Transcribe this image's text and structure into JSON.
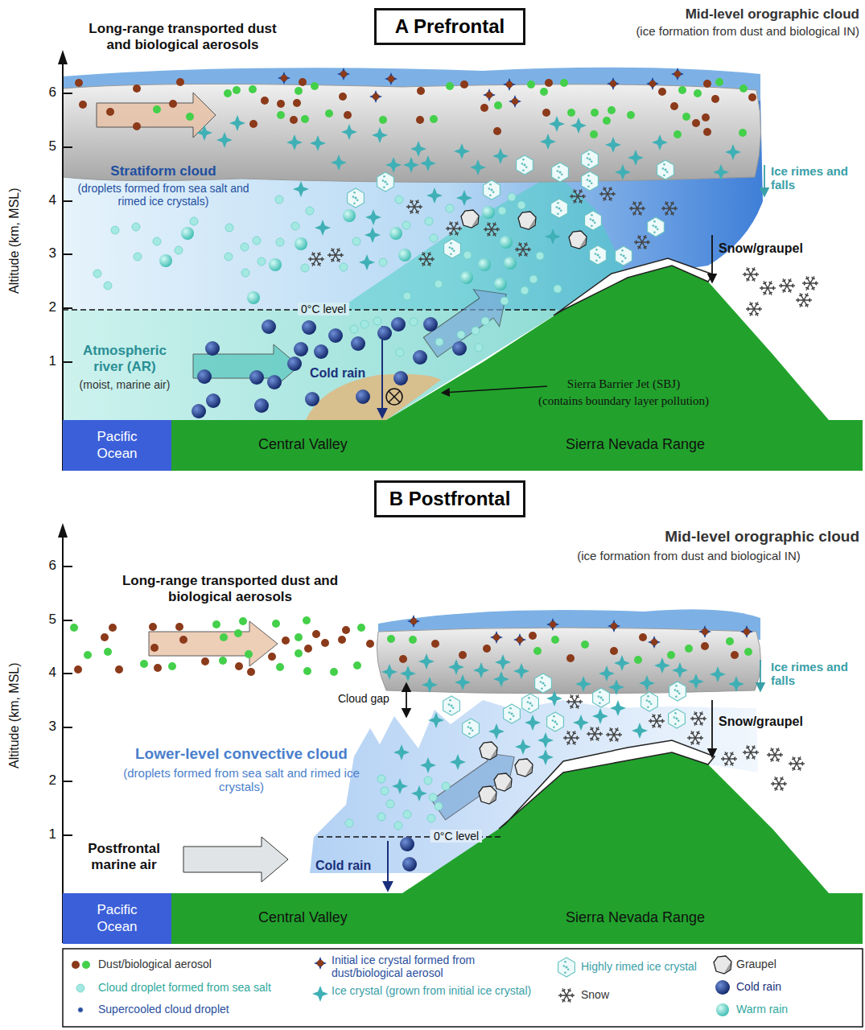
{
  "diagram": {
    "nodes": [
      {
        "text": [
          "A Prefrontal"
        ]
      },
      {
        "text": [
          "Pacific Ocean"
        ]
      },
      {
        "text": [
          "Central Valley",
          "Sierra Nevada Range"
        ]
      },
      {
        "text": [
          "B Postfrontal"
        ]
      },
      {
        "text": [
          "Pacific Ocean"
        ]
      },
      {
        "text": [
          "Central Valley",
          "Sierra Nevada Range"
        ]
      }
    ],
    "labels": [
      "6",
      "5",
      "4",
      "3",
      "2",
      "1",
      "Altitude (km, MSL)",
      "Long-range transported dust and biological aerosols",
      "Mid-level orographic cloud",
      "(ice formation from dust and biological IN)",
      "Stratiform cloud",
      "(droplets formed from sea salt and rimed ice crystals)",
      "Ice rimes and falls",
      "Snow/graupel",
      "0°C level",
      "Atmospheric river (AR)",
      "(moist, marine air)",
      "Cold rain",
      "Sierra Barrier Jet (SBJ)",
      "(contains boundary layer pollution)",
      "6",
      "5",
      "4",
      "3",
      "2",
      "1",
      "Altitude (km, MSL)",
      "Mid-level orographic cloud",
      "(ice formation from dust and biological IN)",
      "Long-range transported dust and biological aerosols",
      "Cloud gap",
      "Ice rimes and falls",
      "Snow/graupel",
      "Lower-level convective cloud",
      "(droplets formed from sea salt and rimed ice crystals)",
      "0°C level",
      "Postfrontal marine air",
      "Cold rain"
    ],
    "legend": [
      {
        "text": "Dust/biological aerosol"
      },
      {
        "text": "Cloud droplet formed from sea salt"
      },
      {
        "text": "Supercooled cloud droplet"
      },
      {
        "text": "Initial ice crystal formed from dust/biological aerosol"
      },
      {
        "text": "Ice crystal (grown from initial ice crystal)"
      },
      {
        "text": "Highly rimed ice crystal"
      },
      {
        "text": "Snow"
      },
      {
        "text": "Graupel"
      },
      {
        "text": "Cold rain"
      },
      {
        "text": "Warm rain"
      }
    ]
  }
}
